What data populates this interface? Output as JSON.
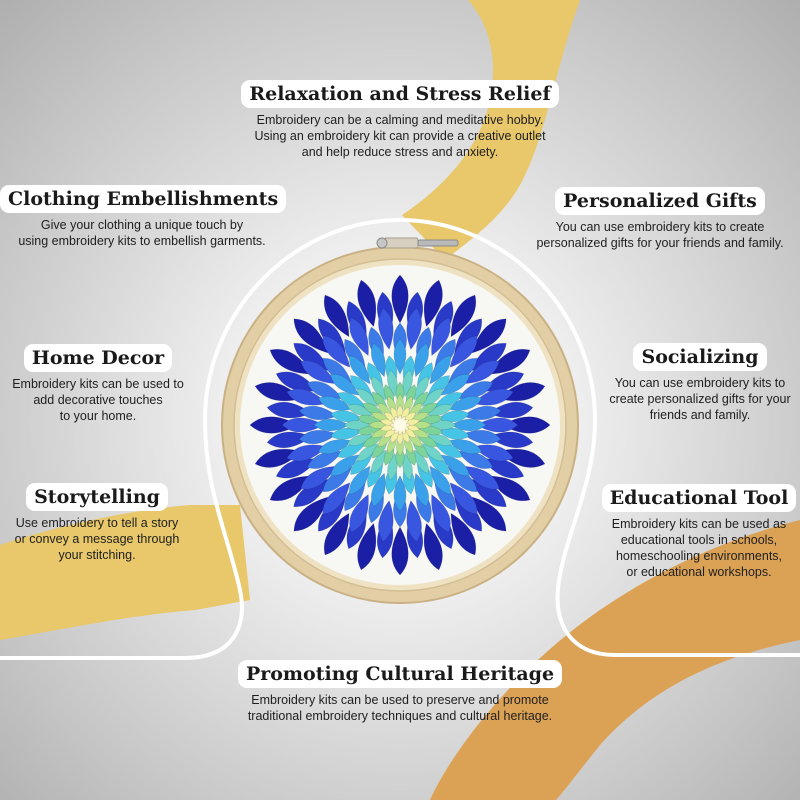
{
  "sections": {
    "relaxation": {
      "title": "Relaxation and Stress Relief",
      "lines": [
        "Embroidery can be a calming and meditative hobby.",
        "Using an embroidery kit can provide a creative outlet",
        "and help reduce stress and anxiety."
      ]
    },
    "clothing": {
      "title": "Clothing Embellishments",
      "lines": [
        "Give your clothing a unique touch by",
        "using embroidery kits to embellish garments."
      ]
    },
    "gifts": {
      "title": "Personalized Gifts",
      "lines": [
        "You can use embroidery kits to create",
        "personalized gifts for your friends and family."
      ]
    },
    "home": {
      "title": "Home Decor",
      "lines": [
        "Embroidery kits can be used to",
        "add decorative touches",
        "to your home."
      ]
    },
    "socializing": {
      "title": "Socializing",
      "lines": [
        "You can use embroidery kits to",
        "create personalized gifts for your",
        "friends and family."
      ]
    },
    "storytelling": {
      "title": "Storytelling",
      "lines": [
        "Use embroidery to tell a story",
        "or convey a message through",
        "your stitching."
      ]
    },
    "educational": {
      "title": "Educational Tool",
      "lines": [
        "Embroidery kits can be used as",
        "educational tools in schools,",
        "homeschooling environments,",
        "or educational workshops."
      ]
    },
    "heritage": {
      "title": "Promoting Cultural Heritage",
      "lines": [
        "Embroidery kits can be used to preserve and promote",
        "traditional embroidery techniques and cultural heritage."
      ]
    }
  },
  "colors": {
    "band_yellow": "#e8c86a",
    "band_orange": "#dba255",
    "hoop_wood": "#e3cfa6",
    "fabric": "#f7f7f3",
    "petals": [
      "#1a1fa6",
      "#2a3ac8",
      "#3956e0",
      "#3c7ae8",
      "#3aa0ea",
      "#46c4e6",
      "#6fd3c8",
      "#7dd49a",
      "#b4e08a",
      "#f3efa0",
      "#fbf6cf"
    ]
  },
  "icons": [
    "embroidery-hoop-image",
    "hoop-screw-icon"
  ]
}
